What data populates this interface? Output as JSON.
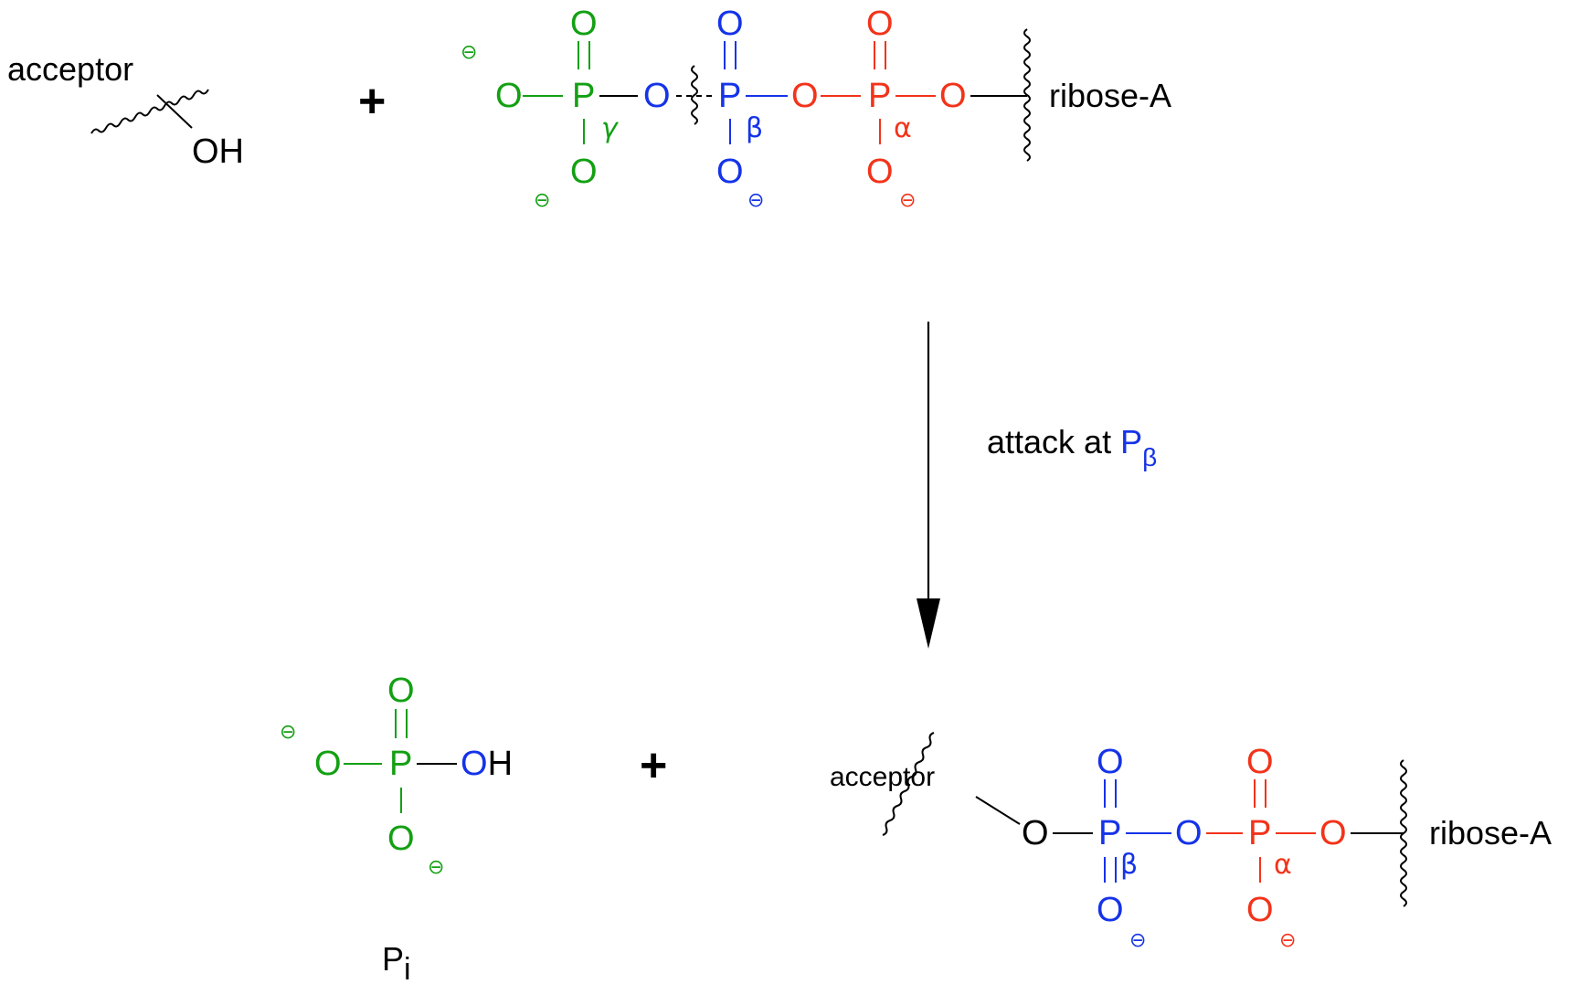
{
  "colors": {
    "gamma": "#13A013",
    "beta": "#1533E8",
    "alpha": "#F2331A",
    "neutral": "#000000"
  },
  "labels": {
    "acceptor": "acceptor",
    "oh": "OH",
    "plus": "+",
    "ribose": "ribose-A",
    "o": "O",
    "p": "P",
    "h": "H",
    "minus": "−",
    "gamma": "γ",
    "beta": "β",
    "alpha": "α",
    "arrow_text": "attack at ",
    "arrow_p": "P",
    "arrow_sub": "β",
    "pi_p": "P",
    "pi_sub": "i"
  }
}
